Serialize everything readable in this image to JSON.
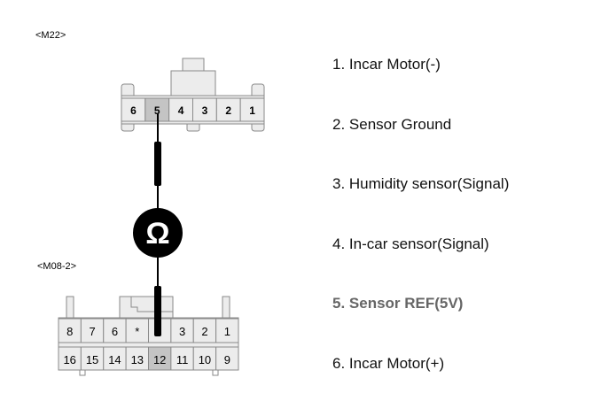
{
  "connectors": {
    "top": {
      "name": "<M22>",
      "pins": [
        "6",
        "5",
        "4",
        "3",
        "2",
        "1"
      ],
      "highlighted_pin": "5"
    },
    "bottom": {
      "name": "<M08-2>",
      "row1": [
        "8",
        "7",
        "6",
        "*",
        "",
        "3",
        "2",
        "1"
      ],
      "row2": [
        "16",
        "15",
        "14",
        "13",
        "12",
        "11",
        "10",
        "9"
      ],
      "highlighted_pin": "12"
    }
  },
  "meter": {
    "symbol": "Ω",
    "icon": "ohmmeter-icon"
  },
  "legend": [
    {
      "text": "1. Incar Motor(-)",
      "highlighted": false
    },
    {
      "text": "2. Sensor Ground",
      "highlighted": false
    },
    {
      "text": "3. Humidity sensor(Signal)",
      "highlighted": false
    },
    {
      "text": "4. In-car sensor(Signal)",
      "highlighted": false
    },
    {
      "text": "5. Sensor REF(5V)",
      "highlighted": true
    },
    {
      "text": "6. Incar Motor(+)",
      "highlighted": false
    }
  ],
  "colors": {
    "cell": "#ececec",
    "highlight_cell": "#c4c4c4",
    "outline": "#8a8a8a",
    "wire": "#000000",
    "highlight_text": "#666666"
  }
}
